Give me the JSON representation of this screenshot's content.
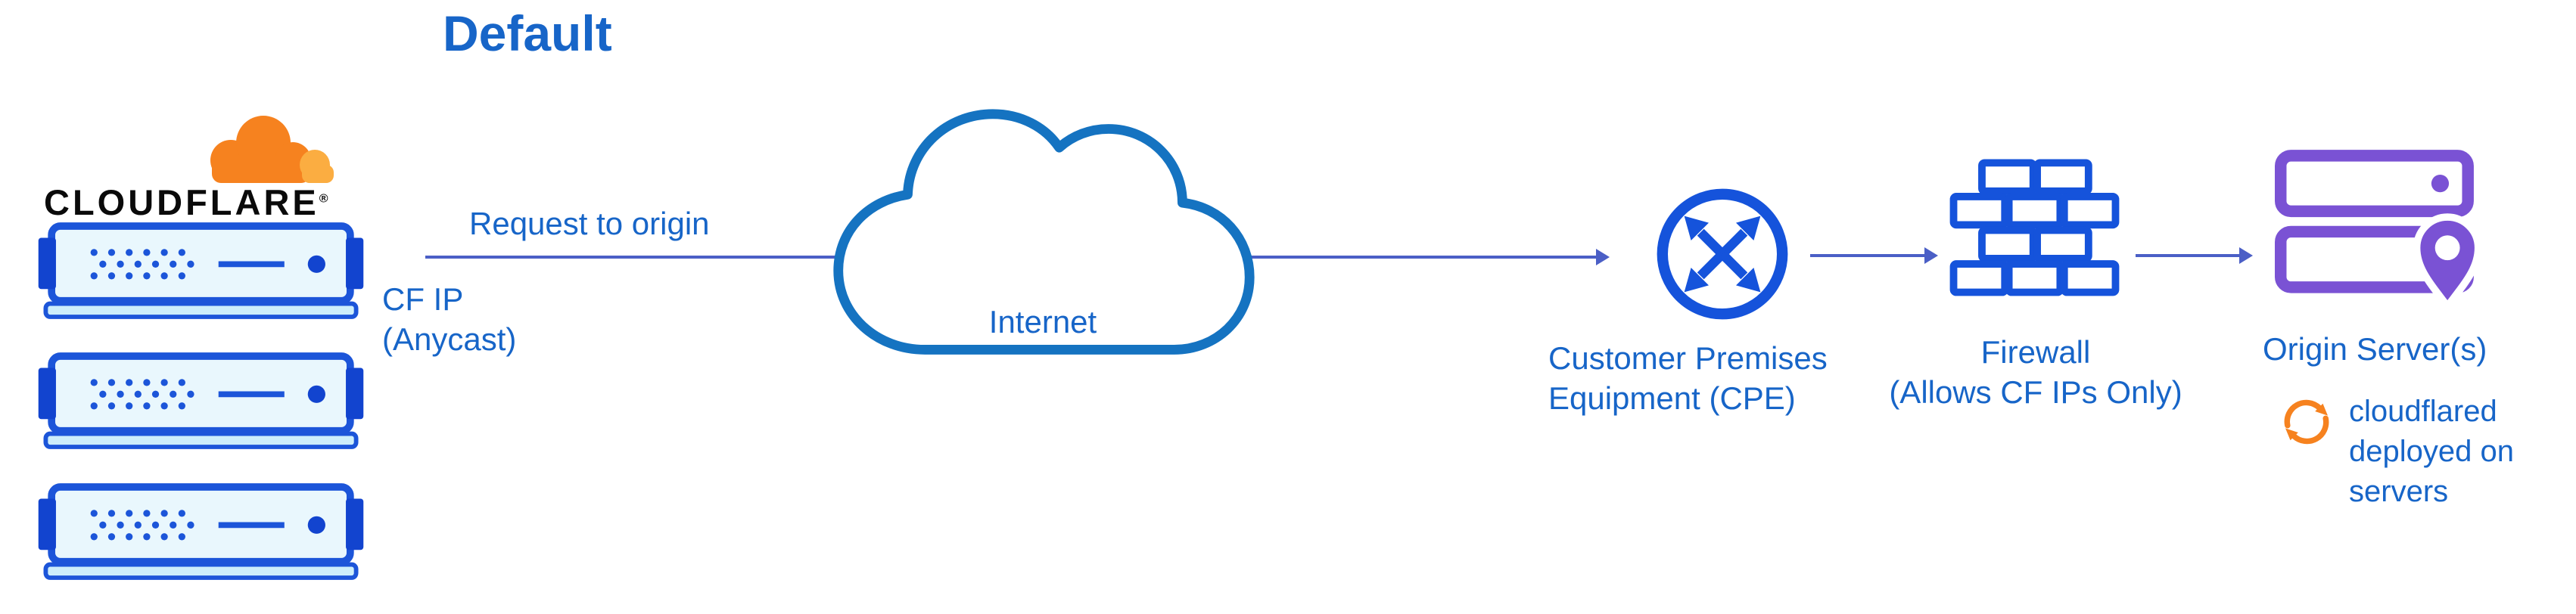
{
  "title": "Default",
  "colors": {
    "text_blue": "#1765c8",
    "icon_blue": "#1553db",
    "server_blue": "#1c55d9",
    "server_dark_blue": "#1244cf",
    "server_fill": "#e9f7fd",
    "internet_cloud_stroke": "#1573c1",
    "arrow_blue": "#4b5fc6",
    "origin_purple": "#7a52d4",
    "cloudflare_orange": "#f6821f",
    "cloudflare_orange_light": "#fbad41",
    "wordmark_black": "#0a0a0a"
  },
  "cloudflare": {
    "wordmark": "CLOUDFLARE",
    "registered_mark": "®",
    "logo_icon": "cloudflare-cloud-icon",
    "server_icon": "server-rack-icon",
    "server_count": 3,
    "ip_label": "CF IP\n(Anycast)"
  },
  "request_edge": {
    "label": "Request to origin"
  },
  "internet": {
    "label": "Internet",
    "icon": "internet-cloud-icon"
  },
  "cpe": {
    "label": "Customer Premises\nEquipment (CPE)",
    "icon": "crossed-arrows-router-icon"
  },
  "firewall": {
    "label": "Firewall\n(Allows CF IPs Only)",
    "icon": "brick-wall-firewall-icon"
  },
  "origin": {
    "label": "Origin Server(s)",
    "icon": "origin-servers-icon",
    "pin_icon": "location-pin-icon",
    "note": "cloudflared\ndeployed on\nservers",
    "note_icon": "sync-arrows-icon"
  }
}
